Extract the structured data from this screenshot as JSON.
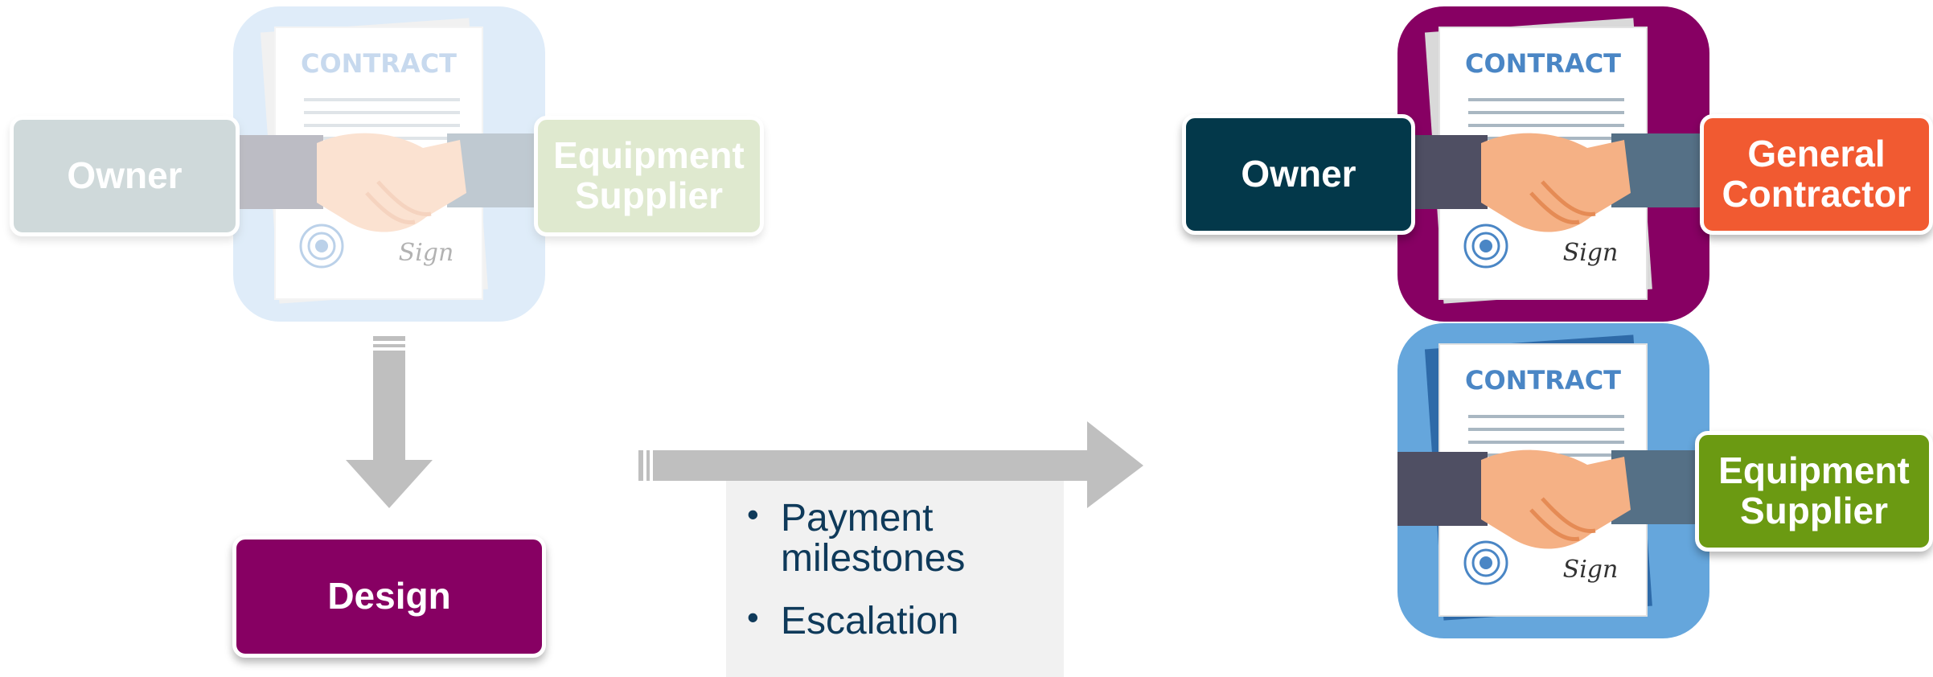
{
  "colors": {
    "owner_faded": "#7f9b9c",
    "equipment_faded": "#a9c47f",
    "design": "#870063",
    "owner": "#03384a",
    "general_contractor": "#f15a31",
    "equipment_supplier": "#6b9a12",
    "tile_blue": "#65a6dc",
    "tile_purple": "#870063",
    "arrow_gray": "#bfbfbf"
  },
  "left": {
    "owner": "Owner",
    "equipment_supplier": "Equipment\nSupplier",
    "contract_title": "CONTRACT",
    "sign": "Sign",
    "design": "Design"
  },
  "panel": {
    "items": [
      "Payment\nmilestones",
      "Escalation"
    ],
    "bullet": "•"
  },
  "right": {
    "owner": "Owner",
    "general_contractor": "General\nContractor",
    "equipment_supplier": "Equipment\nSupplier",
    "contract_title_1": "CONTRACT",
    "contract_title_2": "CONTRACT",
    "sign_1": "Sign",
    "sign_2": "Sign"
  }
}
